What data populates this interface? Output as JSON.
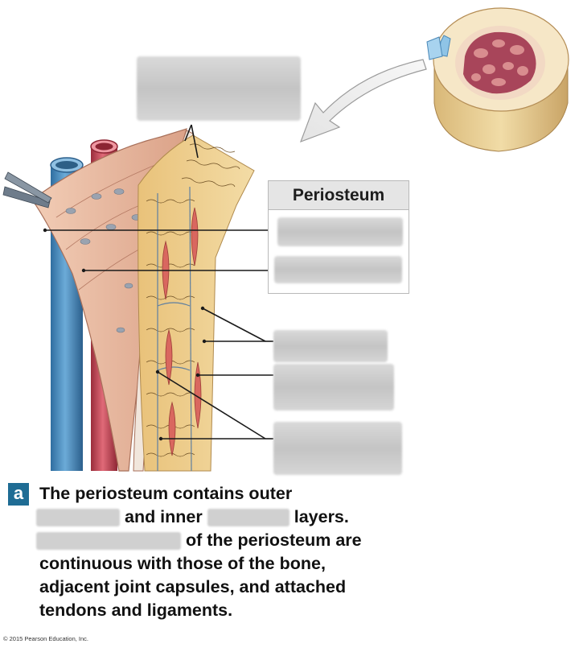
{
  "legend": {
    "title": "Periosteum"
  },
  "caption": {
    "badge": "a",
    "line1": "The periosteum contains outer",
    "line2_mid": "and inner",
    "line2_end": "layers.",
    "line3_end": "of the periosteum are",
    "line4": "continuous with those of the bone,",
    "line5": "adjacent joint capsules, and attached",
    "line6": "tendons and ligaments."
  },
  "copyright": "© 2015 Pearson Education, Inc.",
  "colors": {
    "vein": "#4f93c5",
    "artery": "#c9485a",
    "periosteum": "#e9b79c",
    "bone_matrix": "#efcf8d",
    "osteon_cells": "#d9675f",
    "caption_badge": "#1f6c94"
  }
}
